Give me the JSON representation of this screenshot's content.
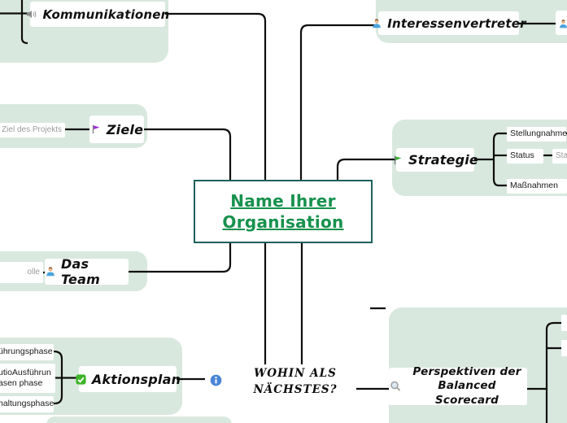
{
  "app": {
    "type": "mind-map-canvas"
  },
  "colors": {
    "region_bg": "#d9e8de",
    "connector": "#0e0e0e",
    "center_text": "#17914d",
    "center_border": "#1c615b",
    "ghost_text": "#9b9b9b",
    "info_icon_blue": "#4a86d8",
    "purple_flag": "#9a2fd1",
    "green_flag": "#3aaa35",
    "checkbox_green": "#3db528"
  },
  "center_node": {
    "line1": "Name Ihrer",
    "line2": "Organisation"
  },
  "nodes": {
    "kommunikationen": {
      "label": "Kommunikationen",
      "icon": "speaker-icon"
    },
    "interessenvertreter": {
      "label": "Interessenvertreter",
      "icon": "person-icon"
    },
    "ziel_des_projekts": {
      "label": "Ziel des Projekts"
    },
    "ziele": {
      "label": "Ziele",
      "icon": "purple-flag-icon"
    },
    "strategie": {
      "label": "Strategie",
      "icon": "green-flag-icon",
      "children": {
        "c1": "Stellungnahme",
        "c2": "Status",
        "c3": "Maßnahmen"
      },
      "status_ghost_partial": "Sta"
    },
    "das_team": {
      "label": "Das Team",
      "icon": "person-icon",
      "ghost_partial_left": "olle"
    },
    "aktionsplan": {
      "label": "Aktionsplan",
      "icon": "checkbox-icon",
      "phase1": "ührungsphase",
      "phase2a": "utioAusführun",
      "phase2b": "asen phase",
      "phase3": "haltungsphase"
    },
    "wohin": {
      "line1": "WOHIN ALS",
      "line2": "NÄCHSTES?",
      "icon": "info-icon"
    },
    "perspektiven": {
      "line1": "Perspektiven der",
      "line2": "Balanced Scorecard",
      "icon": "magnifier-icon"
    }
  }
}
